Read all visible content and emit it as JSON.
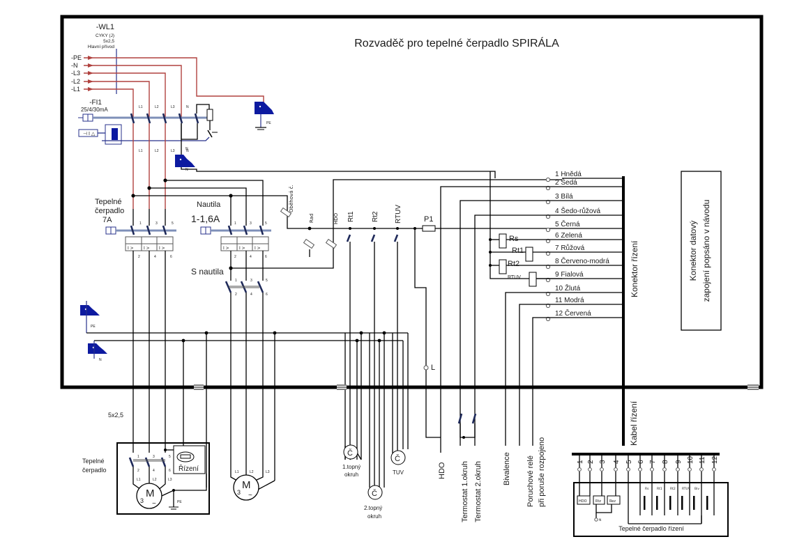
{
  "title": "Rozvaděč pro tepelné čerpadlo SPIRÁLA",
  "supply": {
    "name": "-WL1",
    "cable": "CYKY (J)",
    "section": "5x2,5",
    "desc": "Hlavní přívod",
    "conductors": [
      "-PE",
      "-N",
      "-L3",
      "-L2",
      "-L1"
    ]
  },
  "rcd": {
    "name": "-FI1",
    "rating": "25/4/30mA",
    "poles": [
      "L1",
      "L2",
      "L3",
      "N"
    ]
  },
  "ground_labels": {
    "pe": "PE",
    "n": "N"
  },
  "breaker_hp": {
    "label1": "Tepelné",
    "label2": "čerpadlo",
    "rating": "7A",
    "terms_in": [
      "1",
      "3",
      "5"
    ],
    "terms_out": [
      "2",
      "4",
      "6"
    ],
    "trip": "I >"
  },
  "breaker_nautila": {
    "label": "Nautila",
    "rating": "1-1,6A",
    "terms_in": [
      "1",
      "3",
      "5"
    ],
    "terms_out": [
      "2",
      "4",
      "6"
    ],
    "trip": "I >"
  },
  "contactor_nautila": {
    "label": "S nautila",
    "terms_in": [
      "1",
      "3",
      "5"
    ],
    "terms_out": [
      "2",
      "4",
      "6"
    ]
  },
  "control_inputs": [
    "Oběhová č.",
    "Rad",
    "HDO",
    "Rt1",
    "Rt2",
    "RTUV",
    "P1"
  ],
  "connector": {
    "label": "Konektor řízení",
    "pins": [
      "1 Hnědá",
      "2 Šedá",
      "3 Bílá",
      "4 Šedo-růžová",
      "5 Černá",
      "6 Zelená",
      "7 Růžová",
      "8 Červeno-modrá",
      "9 Fialová",
      "10 Žlutá",
      "11 Modrá",
      "12 Červená"
    ],
    "relays": [
      "Rs",
      "Rt1",
      "Rt2",
      "RTUV"
    ]
  },
  "data_connector": {
    "line1": "Konektor datový",
    "line2": "zapojení popsáno v návodu"
  },
  "l_label": "L",
  "cable_section": "5x2,5",
  "heat_pump_unit": {
    "label1": "Tepelné",
    "label2": "čerpadlo",
    "control": "Řízení",
    "motor": "M",
    "phase": "3",
    "ac": "~",
    "pe": "PE",
    "phases": [
      "L1",
      "L2",
      "L3"
    ],
    "terms_in": [
      "1",
      "3",
      "5"
    ],
    "terms_out": [
      "2",
      "4",
      "6"
    ]
  },
  "nautila_motor": {
    "motor": "M",
    "phase": "3",
    "ac": "~",
    "phases": [
      "L1",
      "L2",
      "L3"
    ]
  },
  "pumps": [
    {
      "symbol": "Č",
      "line1": "1.topný",
      "line2": "okruh"
    },
    {
      "symbol": "Č",
      "line1": "2.topný",
      "line2": "okruh"
    },
    {
      "symbol": "Č",
      "line1": "TUV",
      "line2": ""
    }
  ],
  "external_labels": [
    "HDO",
    "Termostat 1.okruh",
    "Termostat 2.okruh",
    "Bivalence",
    "Poruchové relé",
    "při poruše rozpojeno"
  ],
  "control_cable": "Kabel řízení",
  "hp_control": {
    "title": "Tepelné čerpadlo řízení",
    "pins": [
      "1",
      "2",
      "3",
      "4",
      "5",
      "6",
      "7",
      "8",
      "9",
      "10",
      "11",
      "12"
    ],
    "boxes": [
      "HDO",
      "Rtz",
      "Rez"
    ],
    "contacts": [
      "Rs",
      "Rt1",
      "Rt2",
      "RTUV",
      "Biv"
    ],
    "n_label": "N"
  }
}
